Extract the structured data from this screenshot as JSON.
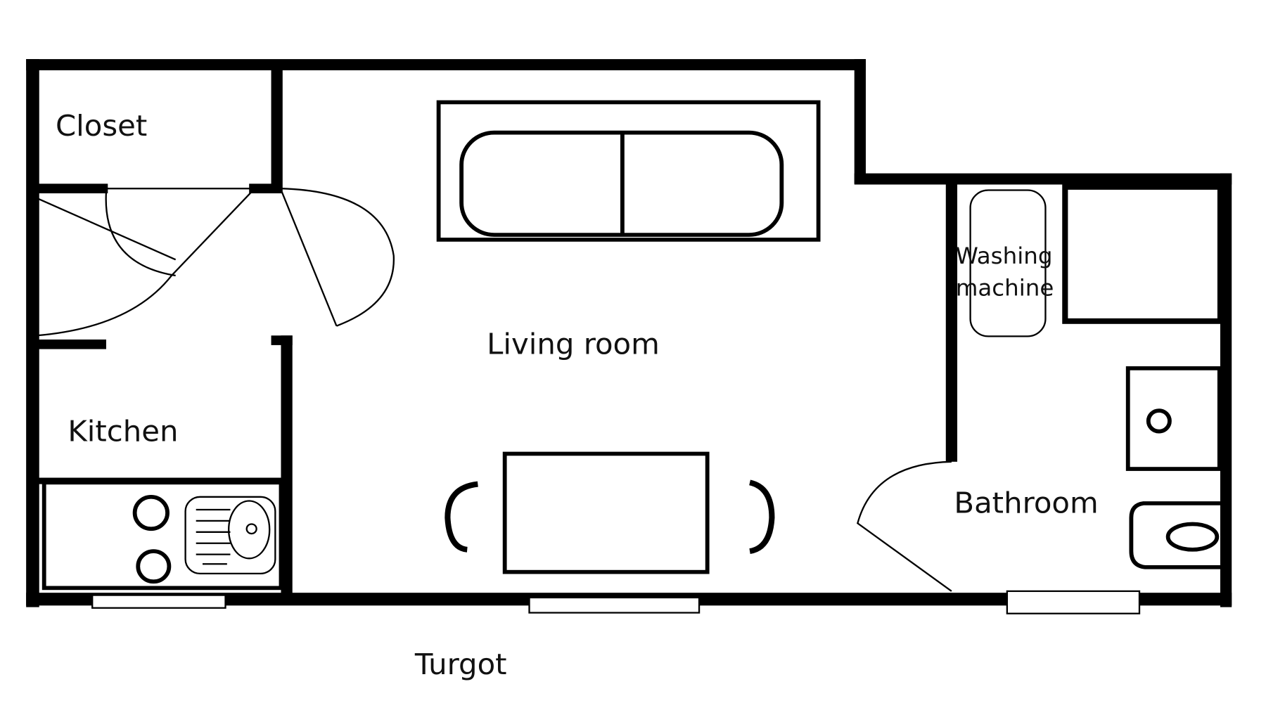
{
  "rooms": {
    "closet": "Closet",
    "living_room": "Living room",
    "kitchen": "Kitchen",
    "bathroom": "Bathroom",
    "washing_machine_line1": "Washing",
    "washing_machine_line2": "machine"
  },
  "street": "Turgot"
}
